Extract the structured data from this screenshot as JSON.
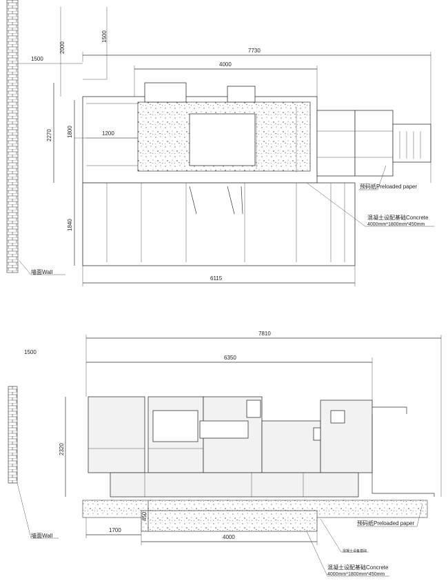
{
  "top_view": {
    "dimensions": {
      "d2000": "2000",
      "d1500_top": "1500",
      "d1500_left": "1500",
      "d7730": "7730",
      "d4000": "4000",
      "d2270": "2270",
      "d1800": "1800",
      "d1200": "1200",
      "d1840": "1840",
      "d6115": "6115"
    },
    "labels": {
      "wall": "墙面Wall",
      "preloaded_paper": "预码纸Preloaded paper",
      "concrete": "混凝土设配基础Concrete",
      "concrete_size": "4000mm*1800mm*450mm"
    }
  },
  "side_view": {
    "dimensions": {
      "d1500": "1500",
      "d7810": "7810",
      "d6350": "6350",
      "d2320": "2320",
      "d450": "450",
      "d1700": "1700",
      "d4000": "4000"
    },
    "labels": {
      "wall": "墙面Wall",
      "preloaded_paper": "预码纸Preloaded paper",
      "equipment_foundation": "混凝土设备基础",
      "concrete": "混凝土设配基础Concrete",
      "concrete_size": "4000mm*1800mm*450mm"
    }
  }
}
